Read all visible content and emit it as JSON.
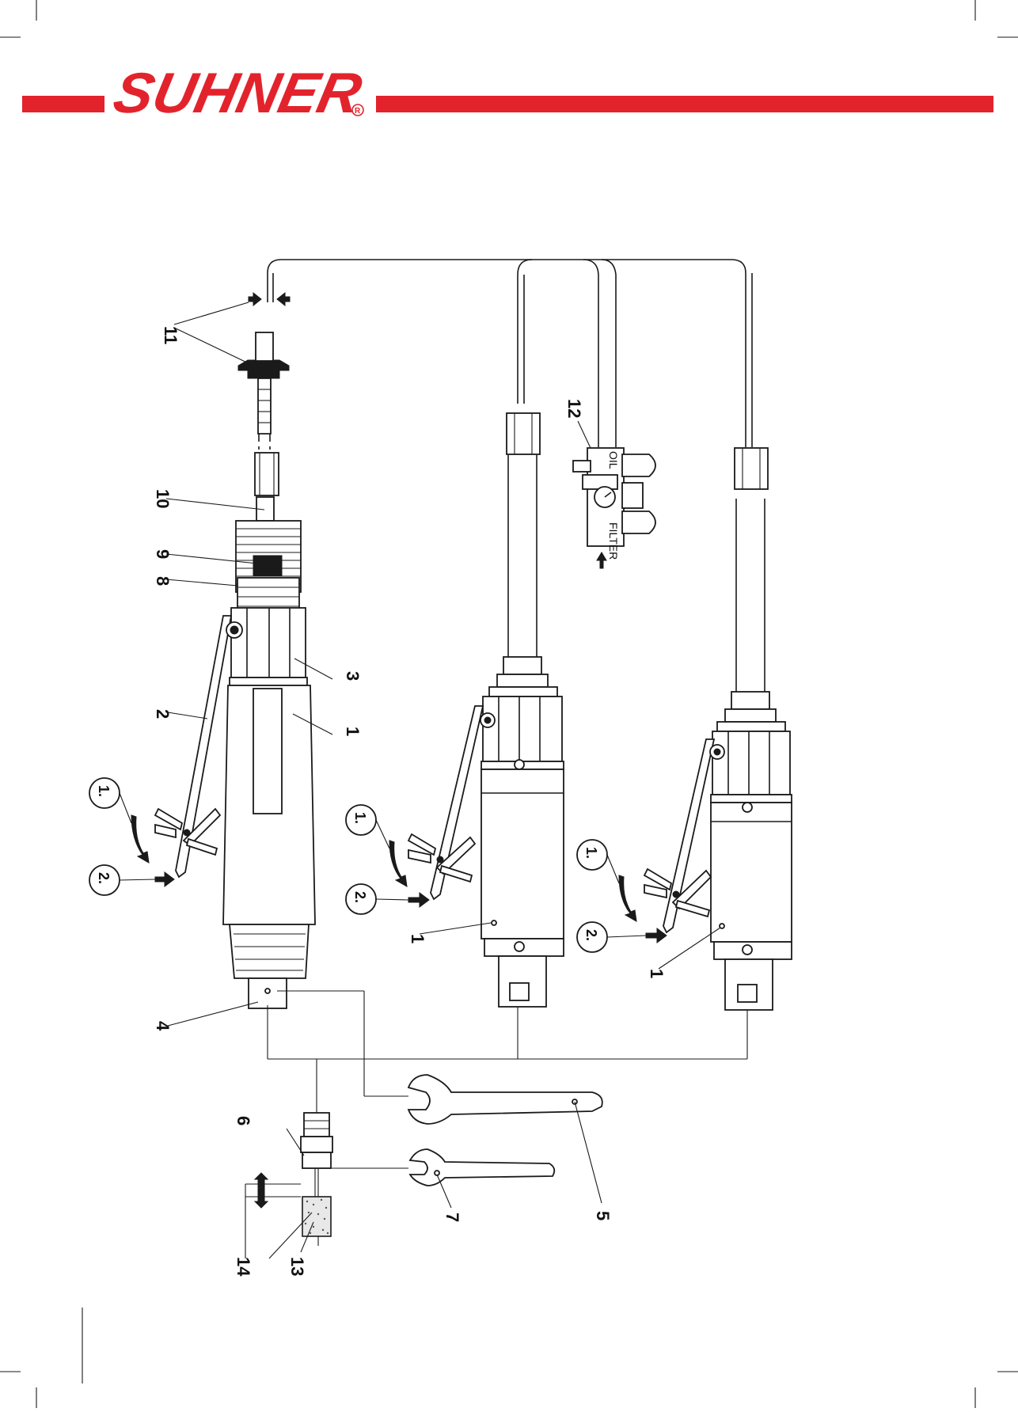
{
  "brand": {
    "name": "SUHNER",
    "color": "#e3232c"
  },
  "labels": {
    "c1": "1",
    "c2": "2",
    "c3": "3",
    "c4": "4",
    "c5": "5",
    "c6": "6",
    "c7": "7",
    "c8": "8",
    "c9": "9",
    "c10": "10",
    "c11": "11",
    "c12": "12",
    "c13": "13",
    "c14": "14",
    "step1": "1.",
    "step2": "2.",
    "filter": "FILTER",
    "oil": "OIL"
  },
  "icons": [
    "registered-mark-icon",
    "arrow-icon",
    "pressure-gauge-icon",
    "wrench-icon",
    "grinding-point-icon"
  ]
}
